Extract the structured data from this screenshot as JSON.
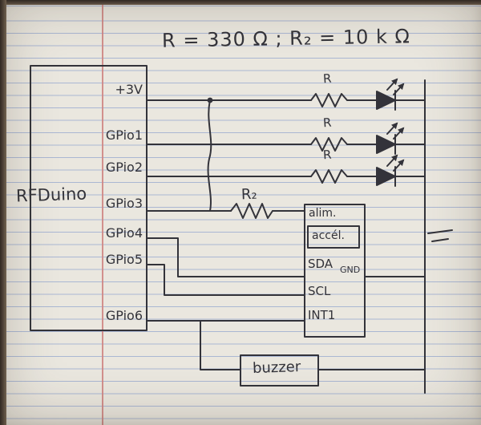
{
  "note": {
    "formula": "R = 330 Ω  ;  R₂ = 10 k Ω"
  },
  "mcu": {
    "label": "RFDuino",
    "pins": [
      "+3V",
      "GPio1",
      "GPio2",
      "GPio3",
      "GPio4",
      "GPio5",
      "GPio6"
    ]
  },
  "resistors": {
    "r": "R",
    "r2": "R₂"
  },
  "module": {
    "alim": "alim.",
    "name": "accél.",
    "sda": "SDA",
    "scl": "SCL",
    "int1": "INT1",
    "gnd": "GND"
  },
  "buzzer": {
    "label": "buzzer"
  },
  "colors": {
    "ink": "#33333a",
    "paper": "#eae7df",
    "rule_blue": "#aab7d3",
    "margin_red": "#cf8684"
  }
}
